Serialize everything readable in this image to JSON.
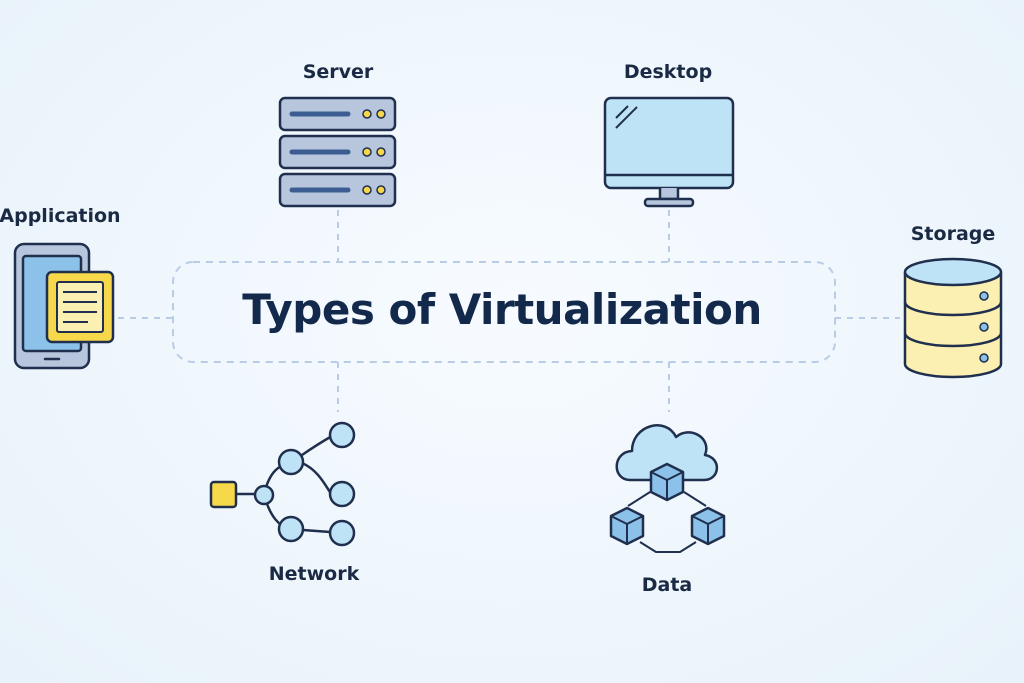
{
  "diagram": {
    "title": "Types of Virtualization",
    "nodes": [
      {
        "id": "server",
        "label": "Server",
        "icon": "server-rack-icon"
      },
      {
        "id": "desktop",
        "label": "Desktop",
        "icon": "monitor-icon"
      },
      {
        "id": "application",
        "label": "Application",
        "icon": "tablet-app-icon"
      },
      {
        "id": "storage",
        "label": "Storage",
        "icon": "database-cylinder-icon"
      },
      {
        "id": "network",
        "label": "Network",
        "icon": "network-tree-icon"
      },
      {
        "id": "data",
        "label": "Data",
        "icon": "cloud-cubes-icon"
      }
    ],
    "colors": {
      "outline": "#1f2f4d",
      "light_blue": "#bfe3f6",
      "blue": "#8cc2ea",
      "slate": "#b7c6dd",
      "yellow": "#f7d84a",
      "pale_yellow": "#fbf0b2",
      "dash": "#b9cce6",
      "title": "#13294b"
    }
  }
}
